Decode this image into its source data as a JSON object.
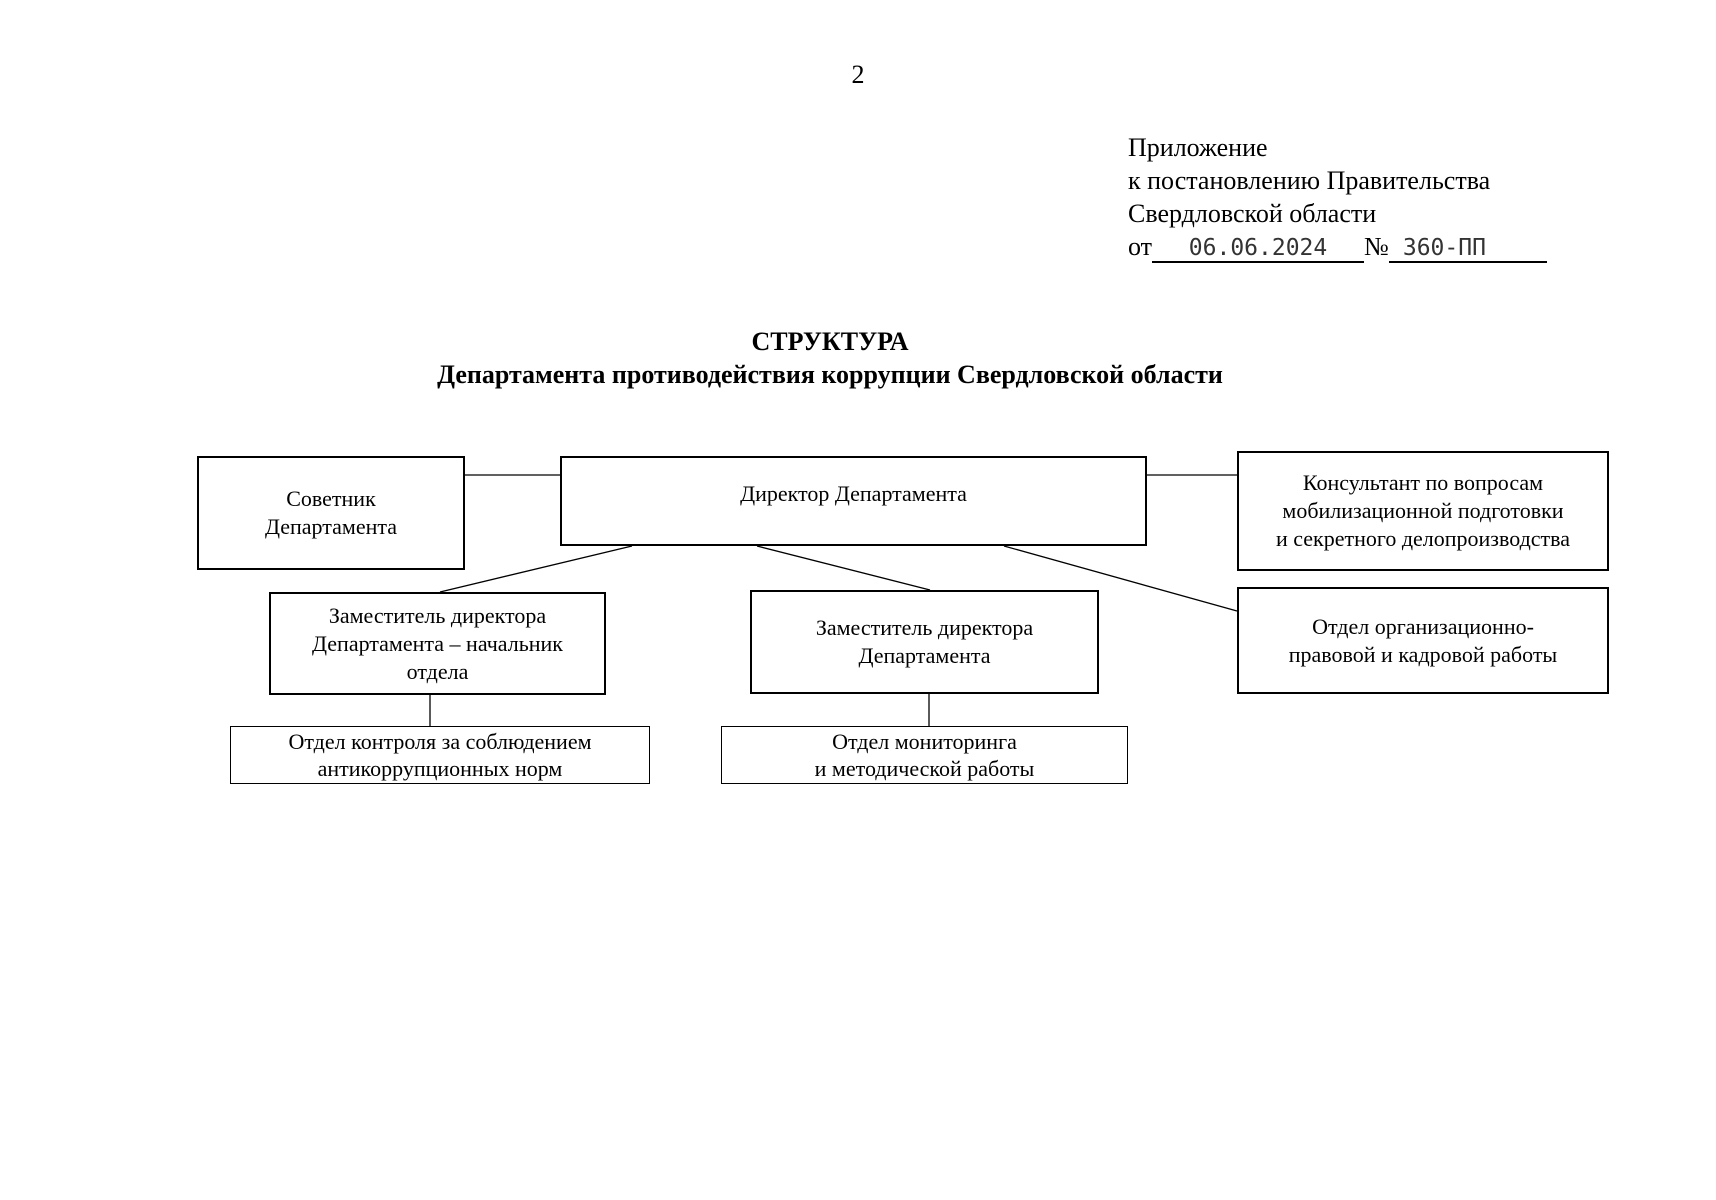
{
  "page_number": "2",
  "appendix": {
    "line1": "Приложение",
    "line2": "к постановлению Правительства",
    "line3": "Свердловской области",
    "from_prefix": "от",
    "date": "06.06.2024",
    "number_prefix": "№",
    "number": "360-ПП"
  },
  "title": {
    "line1": "СТРУКТУРА",
    "line2": "Департамента противодействия коррупции Свердловской области"
  },
  "org_chart": {
    "director": "Директор Департамента",
    "advisor": [
      "Советник",
      "Департамента"
    ],
    "consultant": [
      "Консультант по вопросам",
      "мобилизационной подготовки",
      "и секретного делопроизводства"
    ],
    "deputy_head": [
      "Заместитель директора",
      "Департамента – начальник",
      "отдела"
    ],
    "deputy": [
      "Заместитель директора",
      "Департамента"
    ],
    "org_legal_dept": [
      "Отдел организационно-",
      "правовой и кадровой работы"
    ],
    "control_dept": [
      "Отдел контроля за соблюдением",
      "антикоррупционных норм"
    ],
    "monitoring_dept": [
      "Отдел мониторинга",
      "и методической работы"
    ]
  }
}
